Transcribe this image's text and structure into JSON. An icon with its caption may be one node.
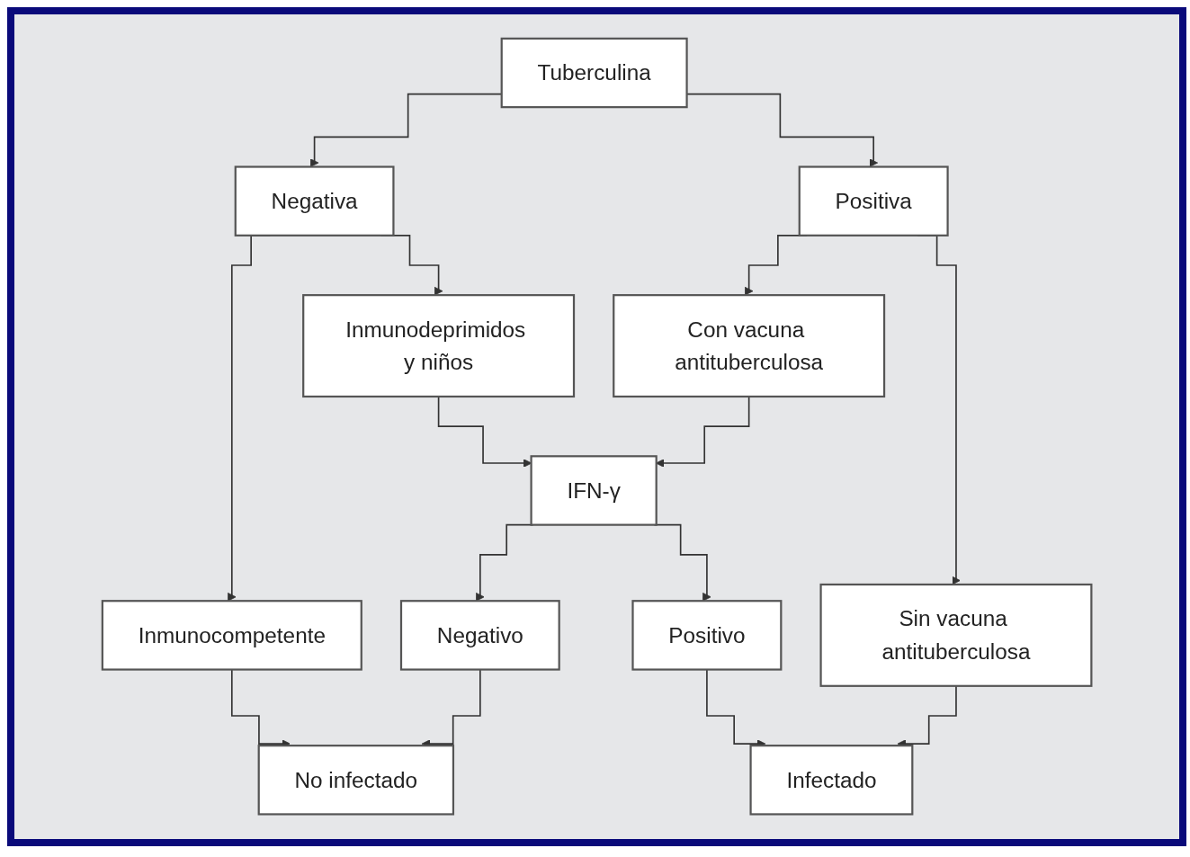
{
  "diagram": {
    "nodes": [
      {
        "text": [
          "Tuberculina"
        ]
      },
      {
        "text": [
          "Negativa"
        ]
      },
      {
        "text": [
          "Positiva"
        ]
      },
      {
        "text": [
          "Inmunocompetente"
        ]
      },
      {
        "text": [
          "Inmunodeprimidos y niños"
        ]
      },
      {
        "text": [
          "Con vacuna antituberculosa"
        ]
      },
      {
        "text": [
          "Sin vacuna antituberculosa"
        ]
      },
      {
        "text": [
          "Negativo"
        ]
      },
      {
        "text": [
          "IFN-γ"
        ]
      },
      {
        "text": [
          "Positivo"
        ]
      },
      {
        "text": [
          "No infectado"
        ]
      },
      {
        "text": [
          "Infectado"
        ]
      }
    ],
    "edges": [
      {
        "from": 0,
        "to": 1,
        "arrow": "to"
      },
      {
        "from": 0,
        "to": 2,
        "arrow": "to"
      },
      {
        "from": 1,
        "to": 3,
        "arrow": "to"
      },
      {
        "from": 1,
        "to": 4,
        "arrow": "to"
      },
      {
        "from": 2,
        "to": 5,
        "arrow": "to"
      },
      {
        "from": 2,
        "to": 6,
        "arrow": "to"
      },
      {
        "from": 3,
        "to": 10,
        "arrow": "to"
      },
      {
        "from": 4,
        "to": 8,
        "arrow": "to"
      },
      {
        "from": 5,
        "to": 8,
        "arrow": "to"
      },
      {
        "from": 8,
        "to": 7,
        "arrow": "to"
      },
      {
        "from": 8,
        "to": 9,
        "arrow": "to"
      },
      {
        "from": 7,
        "to": 10,
        "arrow": "to"
      },
      {
        "from": 9,
        "to": 11,
        "arrow": "to"
      },
      {
        "from": 6,
        "to": 11,
        "arrow": "to"
      }
    ]
  }
}
